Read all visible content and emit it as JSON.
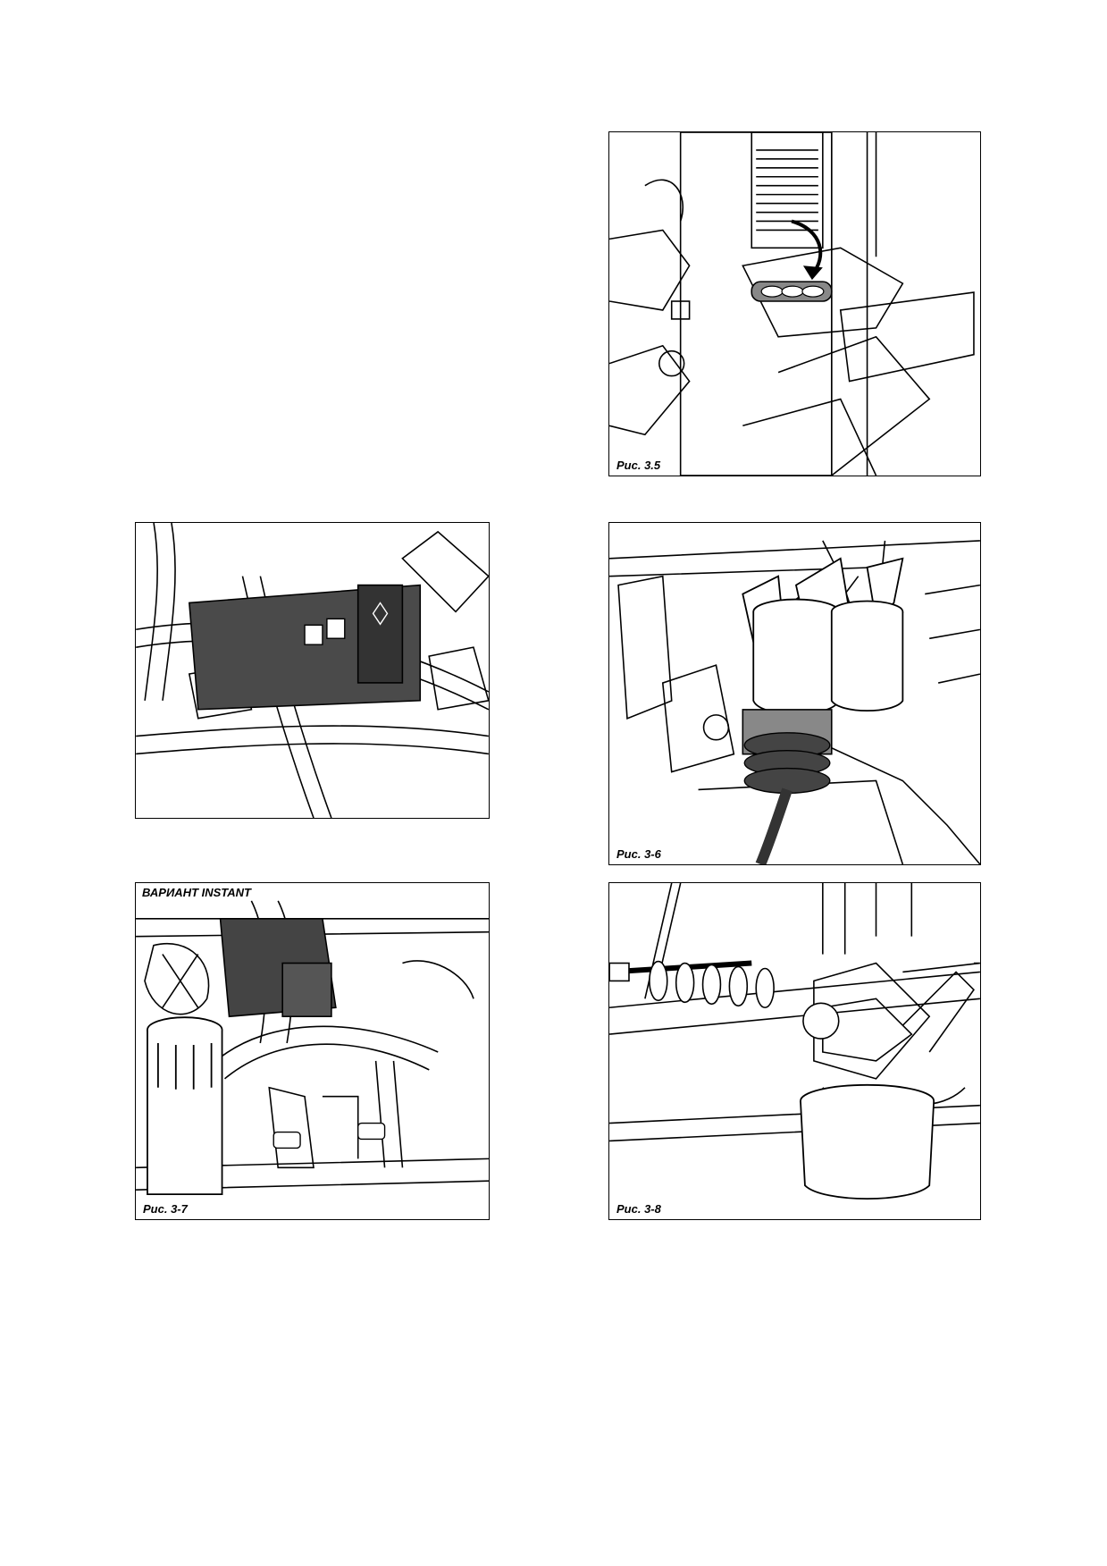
{
  "figures": {
    "fig_3_5": {
      "caption": "Рис. 3.5"
    },
    "fig_3_4": {
      "caption": ""
    },
    "fig_3_6": {
      "caption": "Рис. 3-6"
    },
    "fig_3_7": {
      "caption": "Рис. 3-7",
      "variant_label": "ВАРИАНТ INSTANT"
    },
    "fig_3_8": {
      "caption": "Рис. 3-8"
    }
  },
  "colors": {
    "line": "#000000",
    "dark_part": "#555555",
    "mid_part": "#9a9a9a",
    "background": "#ffffff"
  }
}
